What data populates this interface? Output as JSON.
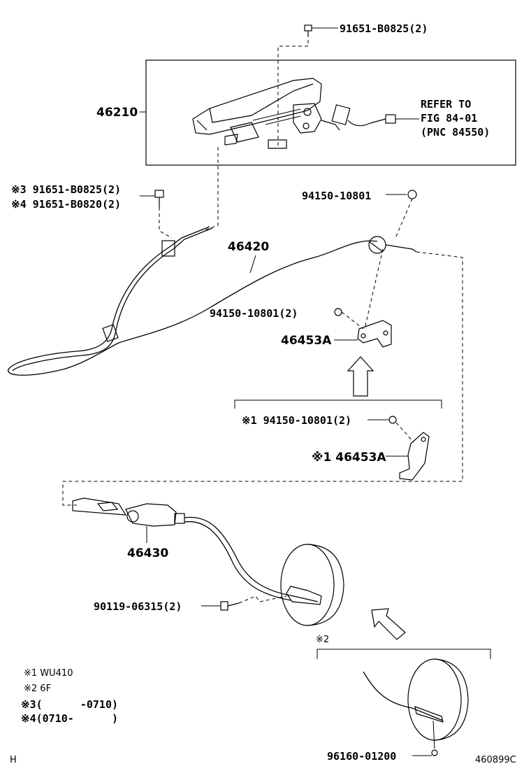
{
  "labels": {
    "bolt_top": "91651-B0825(2)",
    "lever_assy": "46210",
    "refer_line1": "REFER TO",
    "refer_line2": "FIG 84-01",
    "refer_line3": "(PNC 84550)",
    "bolt_note3": "※3 91651-B0825(2)",
    "bolt_note4": "※4 91651-B0820(2)",
    "nut_right": "94150-10801",
    "front_cable": "46420",
    "nut_bracket": "94150-10801(2)",
    "bracket": "46453A",
    "alt_nut": "※1 94150-10801(2)",
    "alt_bracket": "※1 46453A",
    "rear_cable": "46430",
    "bolt_lower": "90119-06315(2)",
    "clip_bottom": "96160-01200",
    "alt2_mark": "※2"
  },
  "notes": [
    "※1 WU410",
    "※2 6F",
    "※3(      -0710)",
    "※4(0710-      )"
  ],
  "footer": {
    "left_mark": "H",
    "code": "460899C"
  }
}
